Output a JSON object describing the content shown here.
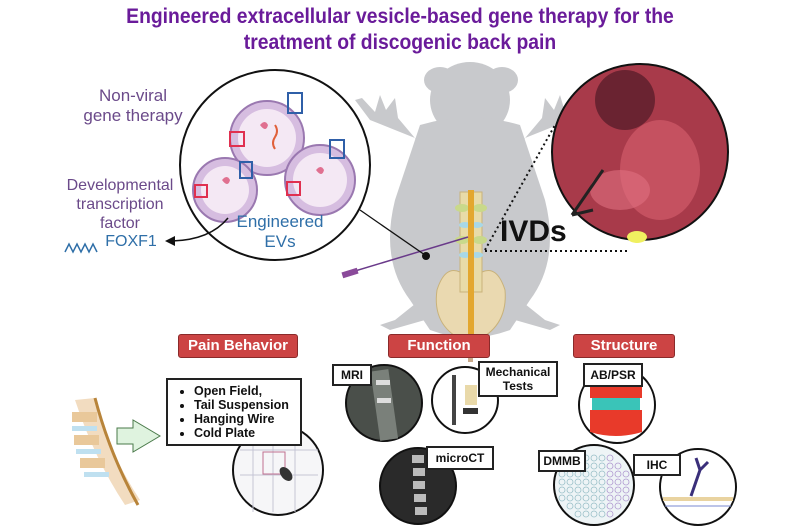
{
  "title": {
    "line1": "Engineered extracellular vesicle-based gene therapy for the",
    "line2": "treatment of discogenic back pain"
  },
  "top_section": {
    "non_viral_line1": "Non-viral",
    "non_viral_line2": "gene therapy",
    "tf_line1": "Developmental",
    "tf_line2": "transcription",
    "tf_line3": "factor",
    "tf_gene": "FOXF1",
    "ev_line1": "Engineered",
    "ev_line2": "EVs",
    "ivds_label": "IVDs"
  },
  "sections": {
    "pain": {
      "label": "Pain Behavior",
      "tests": [
        "Open Field,",
        "Tail Suspension",
        "Hanging Wire",
        "Cold Plate"
      ]
    },
    "function": {
      "label": "Function",
      "mri": "MRI",
      "mech_line1": "Mechanical",
      "mech_line2": "Tests",
      "microct": "microCT"
    },
    "structure": {
      "label": "Structure",
      "abpsr": "AB/PSR",
      "dmmb": "DMMB",
      "ihc": "IHC"
    }
  },
  "colors": {
    "title_purple": "#6a1b9a",
    "label_red": "#cc4444",
    "ev_blue": "#2f6fa8",
    "text_purple": "#6b4a8a"
  }
}
